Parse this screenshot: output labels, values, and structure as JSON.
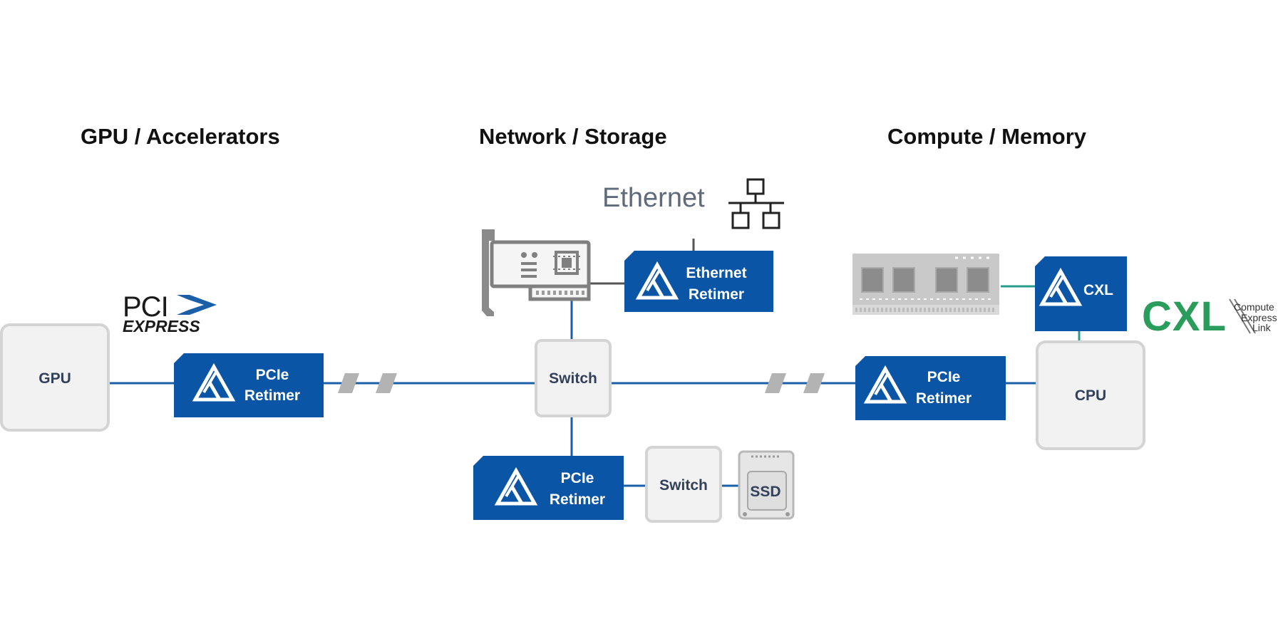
{
  "headings": {
    "gpu": "GPU / Accelerators",
    "network": "Network / Storage",
    "compute": "Compute / Memory"
  },
  "nodes": {
    "gpu": "GPU",
    "switch_main": "Switch",
    "switch_storage": "Switch",
    "ssd": "SSD",
    "cpu": "CPU"
  },
  "retimers": {
    "gpu_pcie": [
      "PCIe",
      "Retimer"
    ],
    "ethernet": [
      "Ethernet",
      "Retimer"
    ],
    "storage_pcie": [
      "PCIe",
      "Retimer"
    ],
    "cpu_pcie": [
      "PCIe",
      "Retimer"
    ],
    "cxl": [
      "CXL"
    ]
  },
  "ethernet_label": "Ethernet",
  "logos": {
    "pci_express": [
      "PCI",
      "EXPRESS"
    ],
    "cxl": [
      "CXL",
      "Compute",
      "Express",
      "Link"
    ]
  },
  "colors": {
    "retimer_blue": "#0b55a6",
    "link_blue": "#1b5fa8",
    "cxl_teal": "#2a9c8c",
    "box_fill": "#f2f2f2",
    "box_border": "#d4d4d4"
  }
}
